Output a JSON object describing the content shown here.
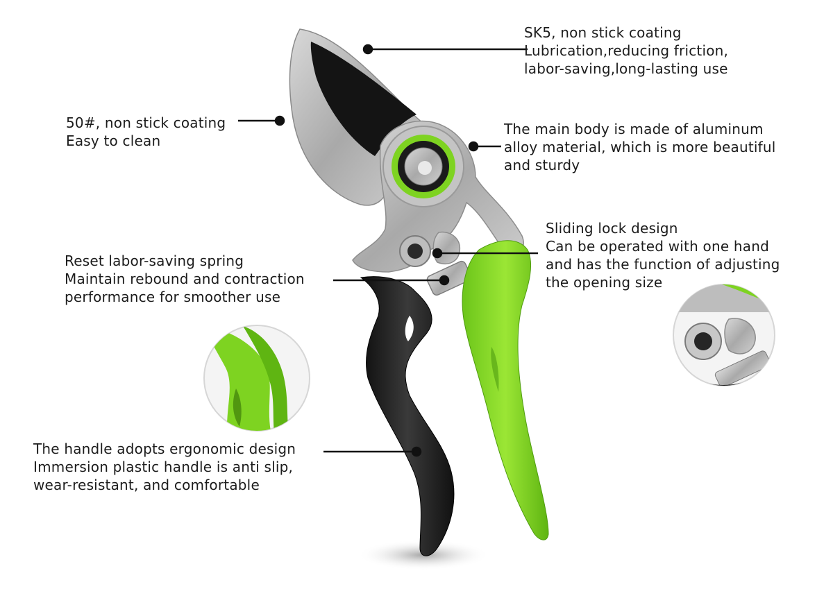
{
  "callouts": {
    "blade": {
      "lines": [
        "SK5, non stick coating",
        "Lubrication,reducing friction,",
        "labor-saving,long-lasting use"
      ]
    },
    "edge": {
      "lines": [
        "50#, non stick coating",
        "Easy to clean"
      ]
    },
    "body": {
      "lines": [
        "The main body is made of aluminum",
        "alloy material, which is more beautiful",
        "and sturdy"
      ]
    },
    "lock": {
      "lines": [
        "Sliding lock design",
        "Can be operated with one hand",
        "and has the function of adjusting",
        "the opening size"
      ]
    },
    "spring": {
      "lines": [
        "Reset labor-saving spring",
        "Maintain rebound and contraction",
        "performance for smoother use"
      ]
    },
    "handle": {
      "lines": [
        "The handle adopts ergonomic design",
        "Immersion plastic handle is anti slip,",
        "wear-resistant, and comfortable"
      ]
    }
  },
  "colors": {
    "accent_green": "#7ed321",
    "handle_black": "#1a1a1a",
    "metal_silver": "#b8b8b8",
    "leader_line": "#111111"
  }
}
